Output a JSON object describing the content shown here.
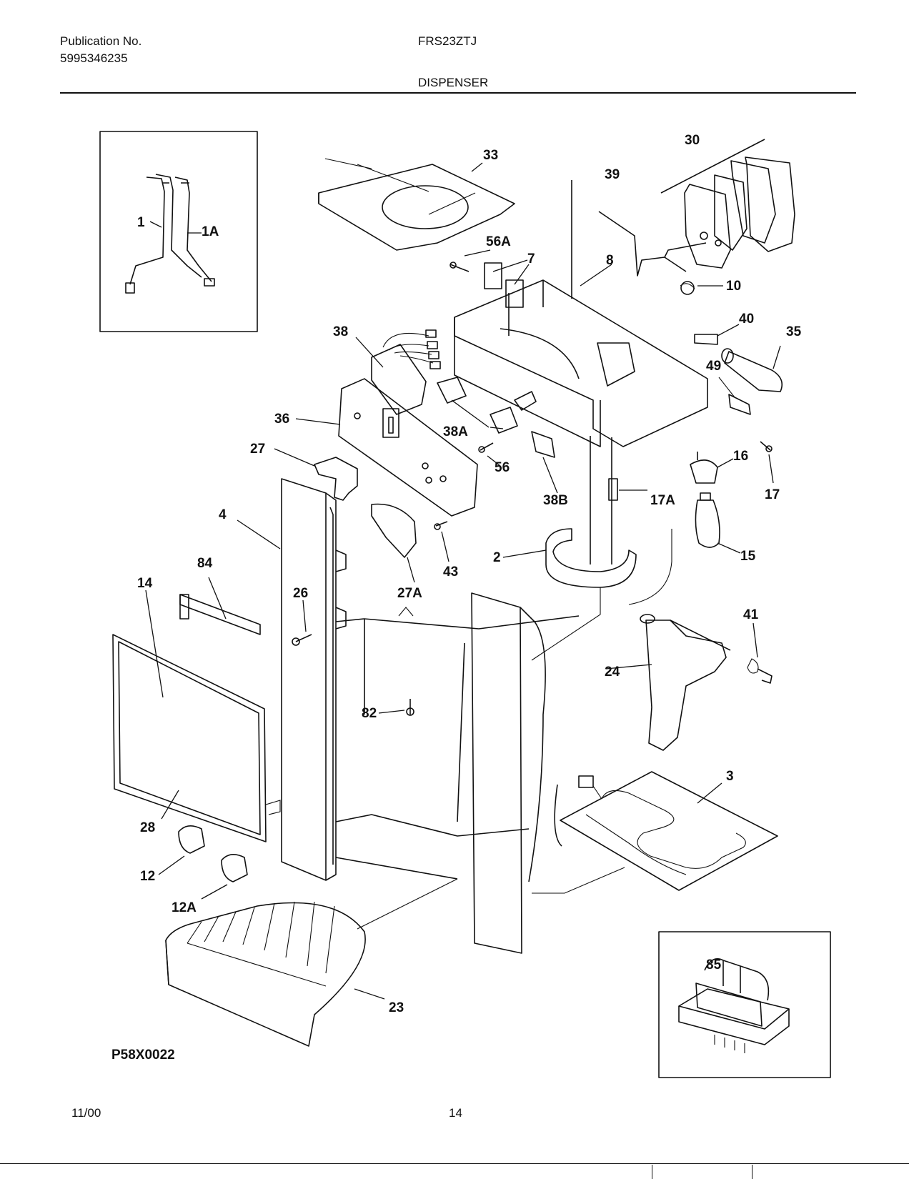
{
  "header": {
    "publication_label": "Publication No.",
    "publication_number": "5995346235",
    "model": "FRS23ZTJ",
    "section": "DISPENSER"
  },
  "footer": {
    "date": "11/00",
    "page": "14"
  },
  "diagram": {
    "code": "P58X0022",
    "part_labels": [
      "1",
      "1A",
      "33",
      "30",
      "39",
      "56A",
      "7",
      "8",
      "10",
      "40",
      "35",
      "38",
      "49",
      "36",
      "38A",
      "27",
      "56",
      "16",
      "17",
      "38B",
      "17A",
      "4",
      "15",
      "84",
      "2",
      "43",
      "27A",
      "14",
      "26",
      "41",
      "24",
      "82",
      "3",
      "28",
      "12",
      "12A",
      "85",
      "23"
    ]
  }
}
